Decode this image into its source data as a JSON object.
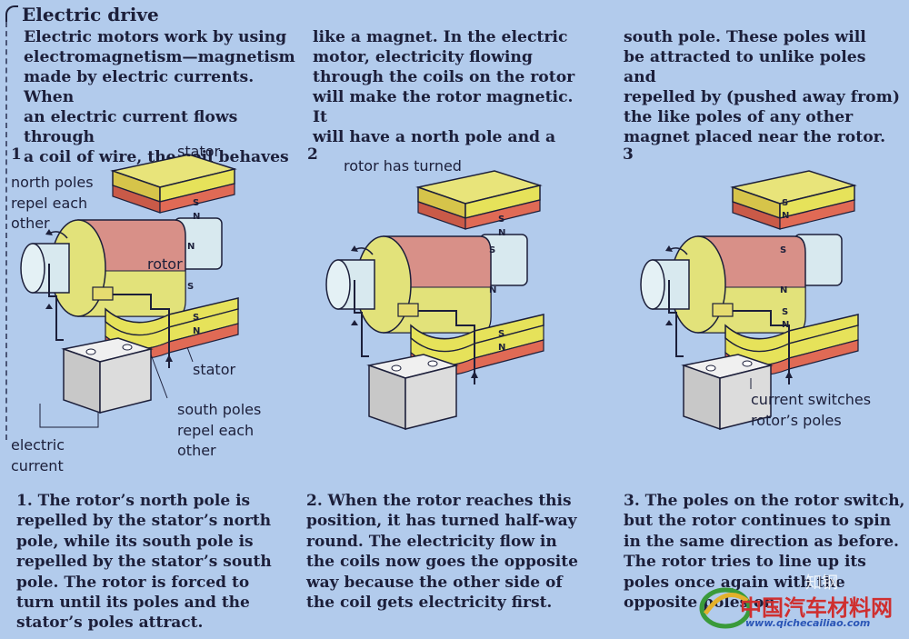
{
  "title": "Electric drive",
  "intro": [
    "Electric motors work by using\nelectromagnetism—magnetism\nmade by electric currents. When\nan electric current flows through\na coil of wire, the coil behaves",
    "like a magnet. In the electric\nmotor, electricity flowing\nthrough the coils on the rotor\nwill make the rotor magnetic. It\nwill have a north pole and a",
    "south pole. These poles will\nbe attracted to unlike poles and\nrepelled by (pushed away from)\nthe like poles of any other\nmagnet placed near the rotor."
  ],
  "panels": [
    {
      "number": "1",
      "labels": {
        "stator_top": "stator",
        "north_poles": "north poles\nrepel each\nother",
        "rotor": "rotor",
        "stator_bottom": "stator",
        "south_poles": "south poles\nrepel each\nother",
        "current": "electric\ncurrent"
      },
      "poles": {
        "stator_top": [
          "S",
          "N"
        ],
        "rotor": [
          "N",
          "S"
        ],
        "stator_bottom": [
          "S",
          "N"
        ]
      },
      "caption": "1. The rotor’s north pole is\nrepelled by the stator’s north\npole, while its south pole is\nrepelled by the stator’s south\npole. The rotor is forced to\nturn until its poles and the\nstator’s poles attract."
    },
    {
      "number": "2",
      "labels": {
        "rotor_turned": "rotor has turned"
      },
      "poles": {
        "stator_top": [
          "S",
          "N"
        ],
        "rotor": [
          "S",
          "N"
        ],
        "stator_bottom": [
          "S",
          "N"
        ]
      },
      "caption": "2. When the rotor reaches this\nposition, it has turned half-way\nround. The electricity flow in\nthe coils now goes the opposite\nway because the other side of\nthe coil gets electricity first."
    },
    {
      "number": "3",
      "labels": {
        "current_switches": "current switches\nrotor’s poles"
      },
      "poles": {
        "stator_top": [
          "S",
          "N"
        ],
        "rotor": [
          "S",
          "N"
        ],
        "stator_bottom": [
          "S",
          "N"
        ]
      },
      "caption": "3. The poles on the rotor switch,\nbut the rotor continues to spin\nin the same direction as before.\nThe rotor tries to line up its\npoles once again with the\nopposite poles on"
    }
  ],
  "watermark": {
    "name": "中国汽车材料网",
    "url": "www.qichecailiao.com",
    "badge": "知钢"
  },
  "colors": {
    "background": "#b2cbec",
    "stator_yellow": "#e6e25a",
    "stator_red": "#e06a55",
    "rotor_pink": "#d89088",
    "rotor_yellow": "#e2e27a",
    "shaft": "#d8e9ef",
    "battery": "#dcdcdc"
  }
}
